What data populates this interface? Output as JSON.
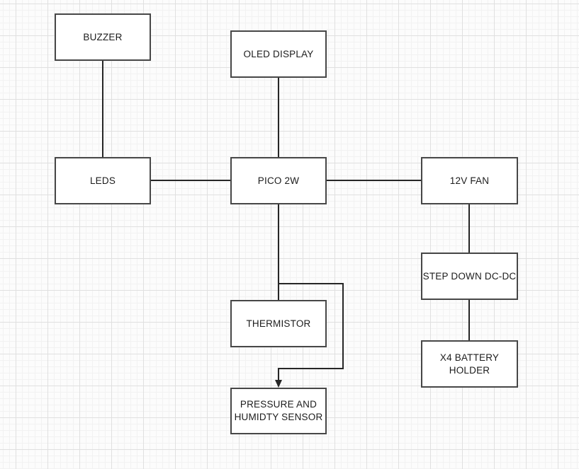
{
  "canvas": {
    "background_color": "#fcfcfc",
    "grid_minor_color": "#f2f2f2",
    "grid_major_color": "#e0e0e0",
    "node_fill": "#ffffff",
    "node_border_color": "#474747",
    "connector_color": "#262626",
    "text_color": "#1c1c1c"
  },
  "diagram": {
    "nodes": [
      {
        "id": "buzzer",
        "label": "BUZZER"
      },
      {
        "id": "oled-display",
        "label": "OLED DISPLAY"
      },
      {
        "id": "leds",
        "label": "LEDS"
      },
      {
        "id": "pico-2w",
        "label": "PICO 2W"
      },
      {
        "id": "12v-fan",
        "label": "12V FAN"
      },
      {
        "id": "step-down-dc-dc",
        "label": "STEP DOWN DC-DC"
      },
      {
        "id": "thermistor",
        "label": "THERMISTOR"
      },
      {
        "id": "x4-battery-holder",
        "label": "X4 BATTERY HOLDER"
      },
      {
        "id": "pressure-humidity-sensor",
        "label": "PRESSURE AND HUMIDTY SENSOR"
      }
    ],
    "edges": [
      {
        "from": "BUZZER",
        "to": "LEDS",
        "arrow": "none"
      },
      {
        "from": "LEDS",
        "to": "PICO 2W",
        "arrow": "none"
      },
      {
        "from": "OLED DISPLAY",
        "to": "PICO 2W",
        "arrow": "none"
      },
      {
        "from": "PICO 2W",
        "to": "12V FAN",
        "arrow": "none"
      },
      {
        "from": "12V FAN",
        "to": "STEP DOWN DC-DC",
        "arrow": "none"
      },
      {
        "from": "STEP DOWN DC-DC",
        "to": "X4 BATTERY HOLDER",
        "arrow": "none"
      },
      {
        "from": "PICO 2W",
        "to": "THERMISTOR",
        "arrow": "none"
      },
      {
        "from": "PICO 2W",
        "to": "PRESSURE AND HUMIDTY SENSOR",
        "arrow": "end",
        "route": "branches right of THERMISTOR, then down and back left into sensor top"
      }
    ]
  }
}
